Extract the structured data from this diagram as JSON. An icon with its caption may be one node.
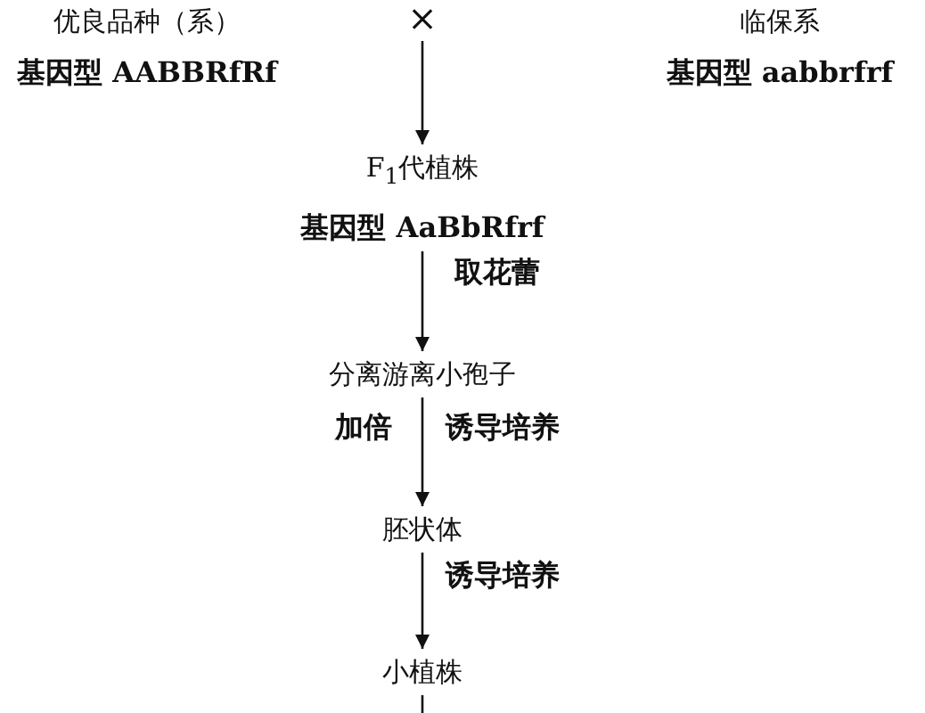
{
  "diagram": {
    "nodes": [
      {
        "text": [
          "优良品种（系）",
          "基因型 AABBRfRf"
        ]
      },
      {
        "text": [
          "×"
        ]
      },
      {
        "text": [
          "临保系",
          "基因型 aabbrfrf"
        ]
      },
      {
        "text": [
          "F$_{1}$代植株",
          "基因型 AaBbRfrf"
        ]
      },
      {
        "text": [
          "分离游离小孢子"
        ]
      },
      {
        "text": [
          "胚状体"
        ]
      },
      {
        "text": [
          "小植株"
        ]
      }
    ],
    "edges": [
      {
        "from": 1,
        "to": 3,
        "arrow": "to"
      },
      {
        "from": 3,
        "to": 4,
        "arrow": "to",
        "label": "取花蕾"
      },
      {
        "from": 4,
        "to": 5,
        "arrow": "to",
        "label": "诱导培养"
      },
      {
        "from": 5,
        "to": 6,
        "arrow": "to",
        "label": "诱导培养"
      },
      {
        "from": 6,
        "to": null,
        "arrow": "none"
      }
    ],
    "labels": [
      "加倍"
    ]
  }
}
